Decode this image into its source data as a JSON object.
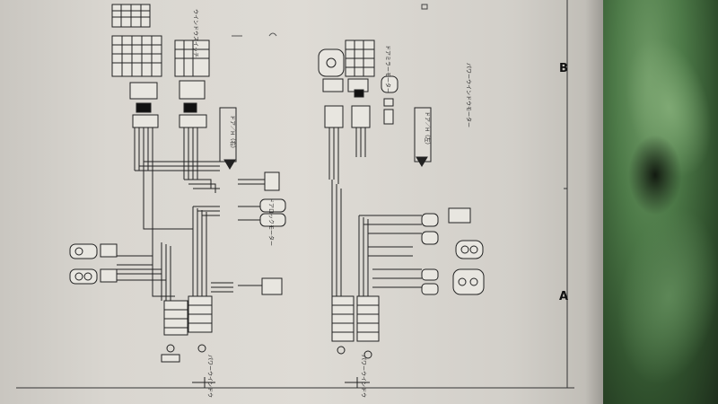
{
  "photo": {
    "subject": "",
    "marker_a": "A",
    "marker_b": "B",
    "left_box_label": "ドア／H（右）",
    "right_box_label": "ドア／H（左）",
    "left_part_label_1": "ウインドウスイッチ",
    "left_part_label_2": "ドアロックモーター",
    "right_part_label_1": "ドアミラーモーター",
    "right_part_label_2": "パワーウインドウモーター",
    "left_bottom_label": "パワーウインドウ",
    "right_bottom_label": "パワーウインドウ"
  }
}
